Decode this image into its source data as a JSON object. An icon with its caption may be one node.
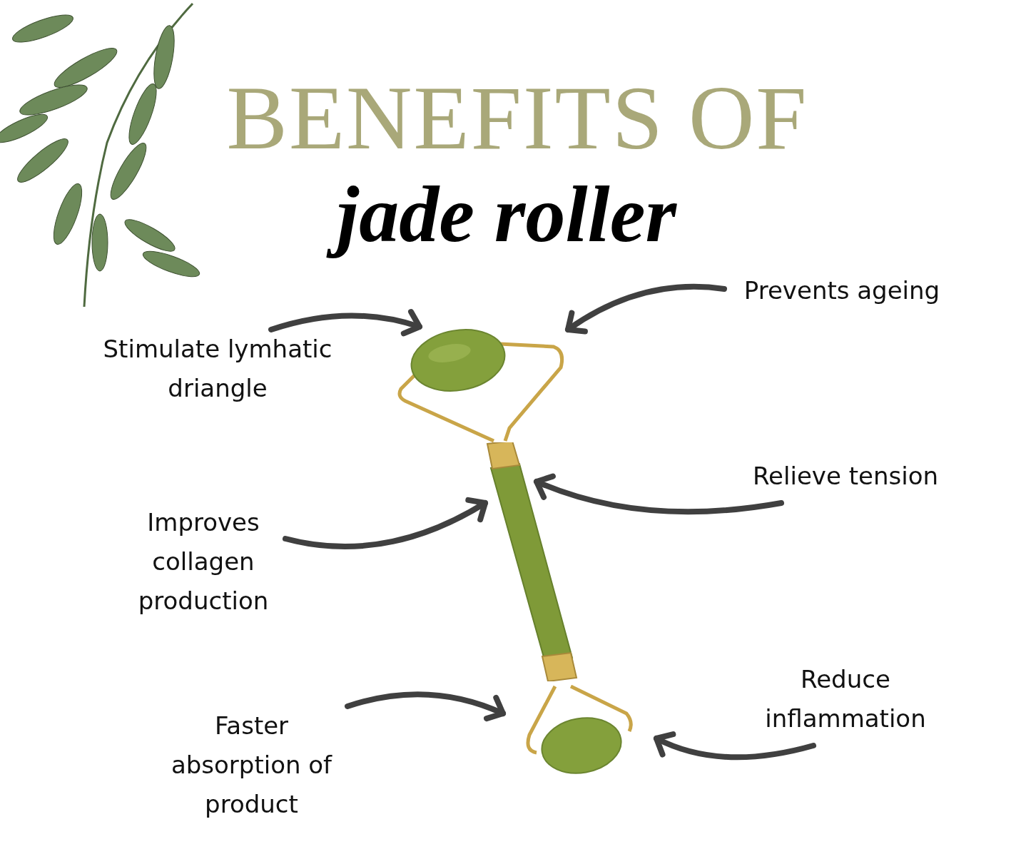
{
  "diagram": {
    "title": "BENEFITS OF",
    "nodes": [
      {
        "text": [
          "Prevents ageing"
        ]
      },
      {
        "text": [
          "Stimulate lymhatic driangle"
        ]
      },
      {
        "text": [
          "Relieve tension"
        ]
      },
      {
        "text": [
          "Improves collagen production"
        ]
      },
      {
        "text": [
          "Reduce inflammation"
        ]
      },
      {
        "text": [
          "Faster absorption of product"
        ]
      },
      {
        "text": [],
        "shape": "picture"
      },
      {
        "text": [],
        "shape": "picture"
      },
      {
        "text": [],
        "shape": "picture"
      }
    ],
    "edges": [
      {
        "from": 0,
        "to": 6,
        "arrow": "to"
      },
      {
        "from": 1,
        "to": 6,
        "arrow": "to"
      },
      {
        "from": 2,
        "to": 7,
        "arrow": "to"
      },
      {
        "from": 3,
        "to": 7,
        "arrow": "to"
      },
      {
        "from": 4,
        "to": 8,
        "arrow": "to"
      },
      {
        "from": 5,
        "to": 8,
        "arrow": "to"
      }
    ],
    "labels": [
      "jade roller"
    ]
  }
}
